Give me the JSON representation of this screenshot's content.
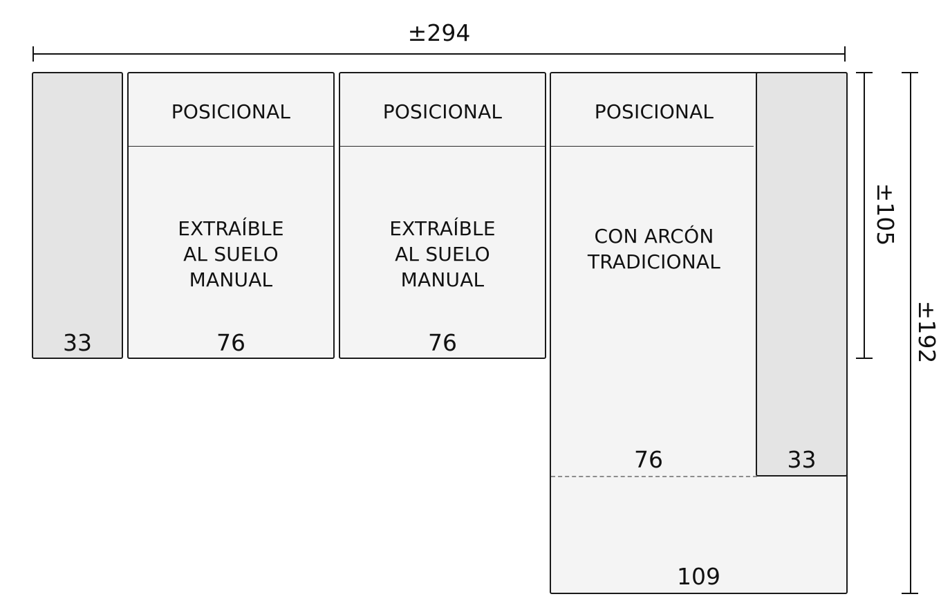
{
  "dimensions": {
    "total_width": "±294",
    "seat_depth": "±105",
    "chaise_length": "±192"
  },
  "modules": [
    {
      "kind": "arm",
      "width": "33"
    },
    {
      "kind": "seat",
      "header": "POSICIONAL",
      "body_lines": [
        "EXTRAÍBLE",
        "AL SUELO",
        "MANUAL"
      ],
      "width": "76"
    },
    {
      "kind": "seat",
      "header": "POSICIONAL",
      "body_lines": [
        "EXTRAÍBLE",
        "AL SUELO",
        "MANUAL"
      ],
      "width": "76"
    },
    {
      "kind": "chaise",
      "header": "POSICIONAL",
      "body_lines": [
        "CON ARCÓN",
        "TRADICIONAL"
      ],
      "width": "76",
      "end_width": "109"
    },
    {
      "kind": "arm",
      "width": "33"
    }
  ],
  "colors": {
    "seat_fill": "#f4f4f4",
    "arm_fill": "#e4e4e4",
    "outline": "#1a1a1a",
    "dashed": "#8c8c8c"
  }
}
